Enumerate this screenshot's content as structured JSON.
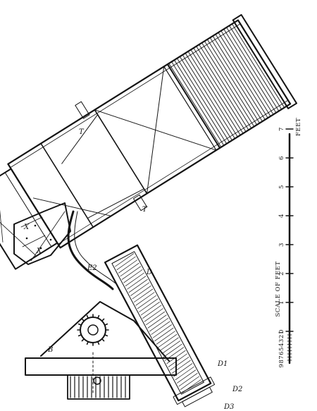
{
  "diagram": {
    "labels": {
      "T_upper": "T",
      "T_lower": "T",
      "X_upper": "X",
      "X_lower": "X",
      "E2": "E2",
      "D": "D",
      "D1": "D1",
      "D2": "D2",
      "D3": "D3",
      "B": "B"
    },
    "scale": {
      "caption": "SCALE OF FEET",
      "unit": "FEET",
      "ticks": [
        "0",
        "1",
        "2",
        "3",
        "4",
        "5",
        "6",
        "7"
      ],
      "subdivisions": [
        "9",
        "8",
        "7",
        "6",
        "5",
        "4",
        "3",
        "2",
        "1"
      ]
    }
  }
}
